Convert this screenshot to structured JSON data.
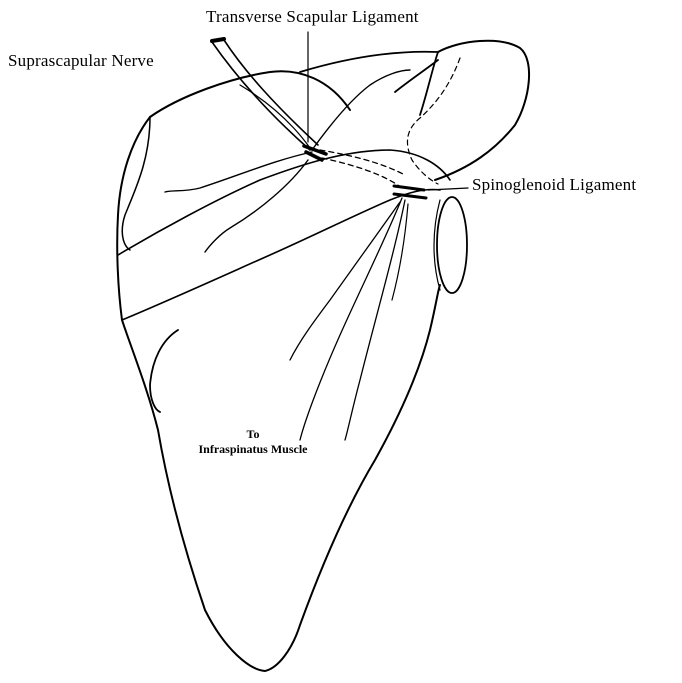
{
  "labels": {
    "transverse_scapular_ligament": "Transverse Scapular Ligament",
    "suprascapular_nerve": "Suprascapular Nerve",
    "spinoglenoid_ligament": "Spinoglenoid Ligament",
    "to_line": "To",
    "infraspinatus_line": "Infraspinatus Muscle"
  },
  "colors": {
    "ink": "#000000",
    "background": "#ffffff"
  }
}
